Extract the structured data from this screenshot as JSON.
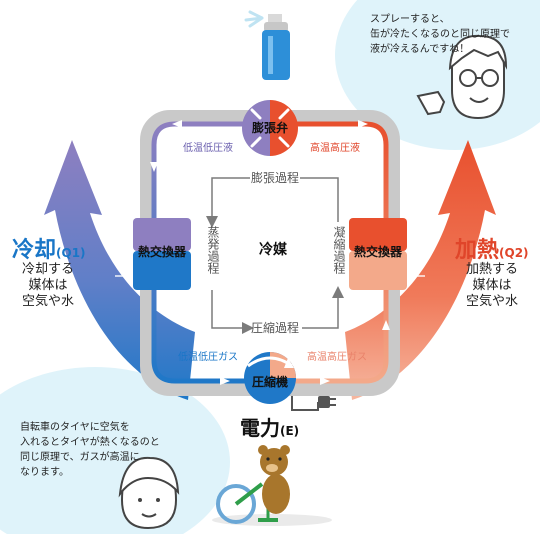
{
  "bubble_top": "スプレーすると、\n缶が冷たくなるのと同じ原理で\n液が冷えるんですね！",
  "bubble_bottom": "自転車のタイヤに空気を\n入れるとタイヤが熱くなるのと\n同じ原理で、ガスが高温に\nなります。",
  "valve_label": "膨張弁",
  "compressor_label": "圧縮機",
  "left_hx_label": "熱交換器",
  "right_hx_label": "熱交換器",
  "pipe_top_left": "低温低圧液",
  "pipe_top_right": "高温高圧液",
  "pipe_bottom_left": "低温低圧ガス",
  "pipe_bottom_right": "高温高圧ガス",
  "process_expansion": "膨張過程",
  "process_evaporation": "蒸発過程",
  "process_compression": "圧縮過程",
  "process_condensation": "凝縮過程",
  "center_label": "冷媒",
  "cooling_title": "冷却",
  "cooling_q": "(Q1)",
  "cooling_desc": "冷却する\n媒体は\n空気や水",
  "heating_title": "加熱",
  "heating_q": "(Q2)",
  "heating_desc": "加熱する\n媒体は\n空気や水",
  "power_title": "電力",
  "power_e": "(E)",
  "colors": {
    "cold_blue": "#1f78c8",
    "cold_purple": "#8e7fc0",
    "hot_red": "#e8502e",
    "hot_orange": "#f3a98a",
    "pipe_gray": "#c9c9c9",
    "bubble_bg": "#dff3fa",
    "cool_text": "#1976c7",
    "heat_text": "#e0452a"
  }
}
